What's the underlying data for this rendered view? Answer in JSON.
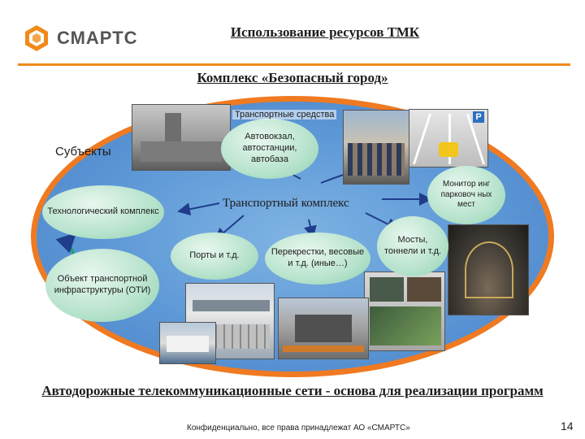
{
  "header": {
    "logo_text": "СМАРТС",
    "title": "Использование ресурсов ТМК",
    "subtitle": "Комплекс «Безопасный город»"
  },
  "diagram": {
    "transport_vehicles": "Транспортные средства",
    "subjects": "Субъекты",
    "bus_station": "Автовокзал, автостанции, автобаза",
    "transport_complex": "Транспортный комплекс",
    "technological_complex": "Технологический комплекс",
    "oti_object": "Объект транспортной инфраструктуры (ОТИ)",
    "ports": "Порты и т.д.",
    "crossroads": "Перекрестки, весовые и т.д. (иные…)",
    "bridges": "Мосты, тоннели и т.д.",
    "parking_monitoring": "Монитор инг парковоч ных мест",
    "parking_sign": "P"
  },
  "footer": {
    "headline": "Автодорожные телекоммуникационные сети - основа для реализации программ",
    "confidential": "Конфиденциально, все права принадлежат АО «СМАРТС»",
    "page_number": "14"
  },
  "colors": {
    "accent_orange": "#ef7a22",
    "ellipse_blue": "#5c97d6",
    "bubble_green": "#b7e3cd"
  }
}
